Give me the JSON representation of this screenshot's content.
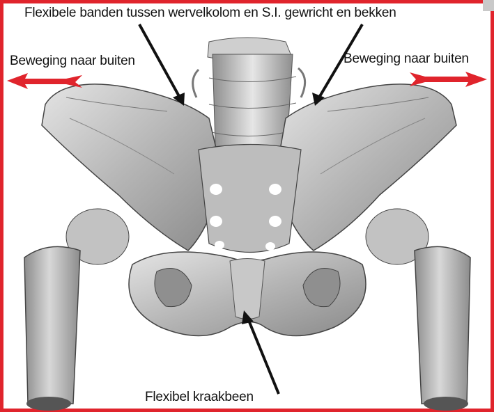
{
  "labels": {
    "top": "Flexibele banden tussen wervelkolom en S.I. gewricht en bekken",
    "left": "Beweging naar buiten",
    "right": "Beweging naar buiten",
    "bottom": "Flexibel kraakbeen"
  },
  "colors": {
    "frame": "#e0242c",
    "arrow_red": "#e0242c",
    "pointer": "#111111",
    "bone": "#c9c9c9"
  }
}
